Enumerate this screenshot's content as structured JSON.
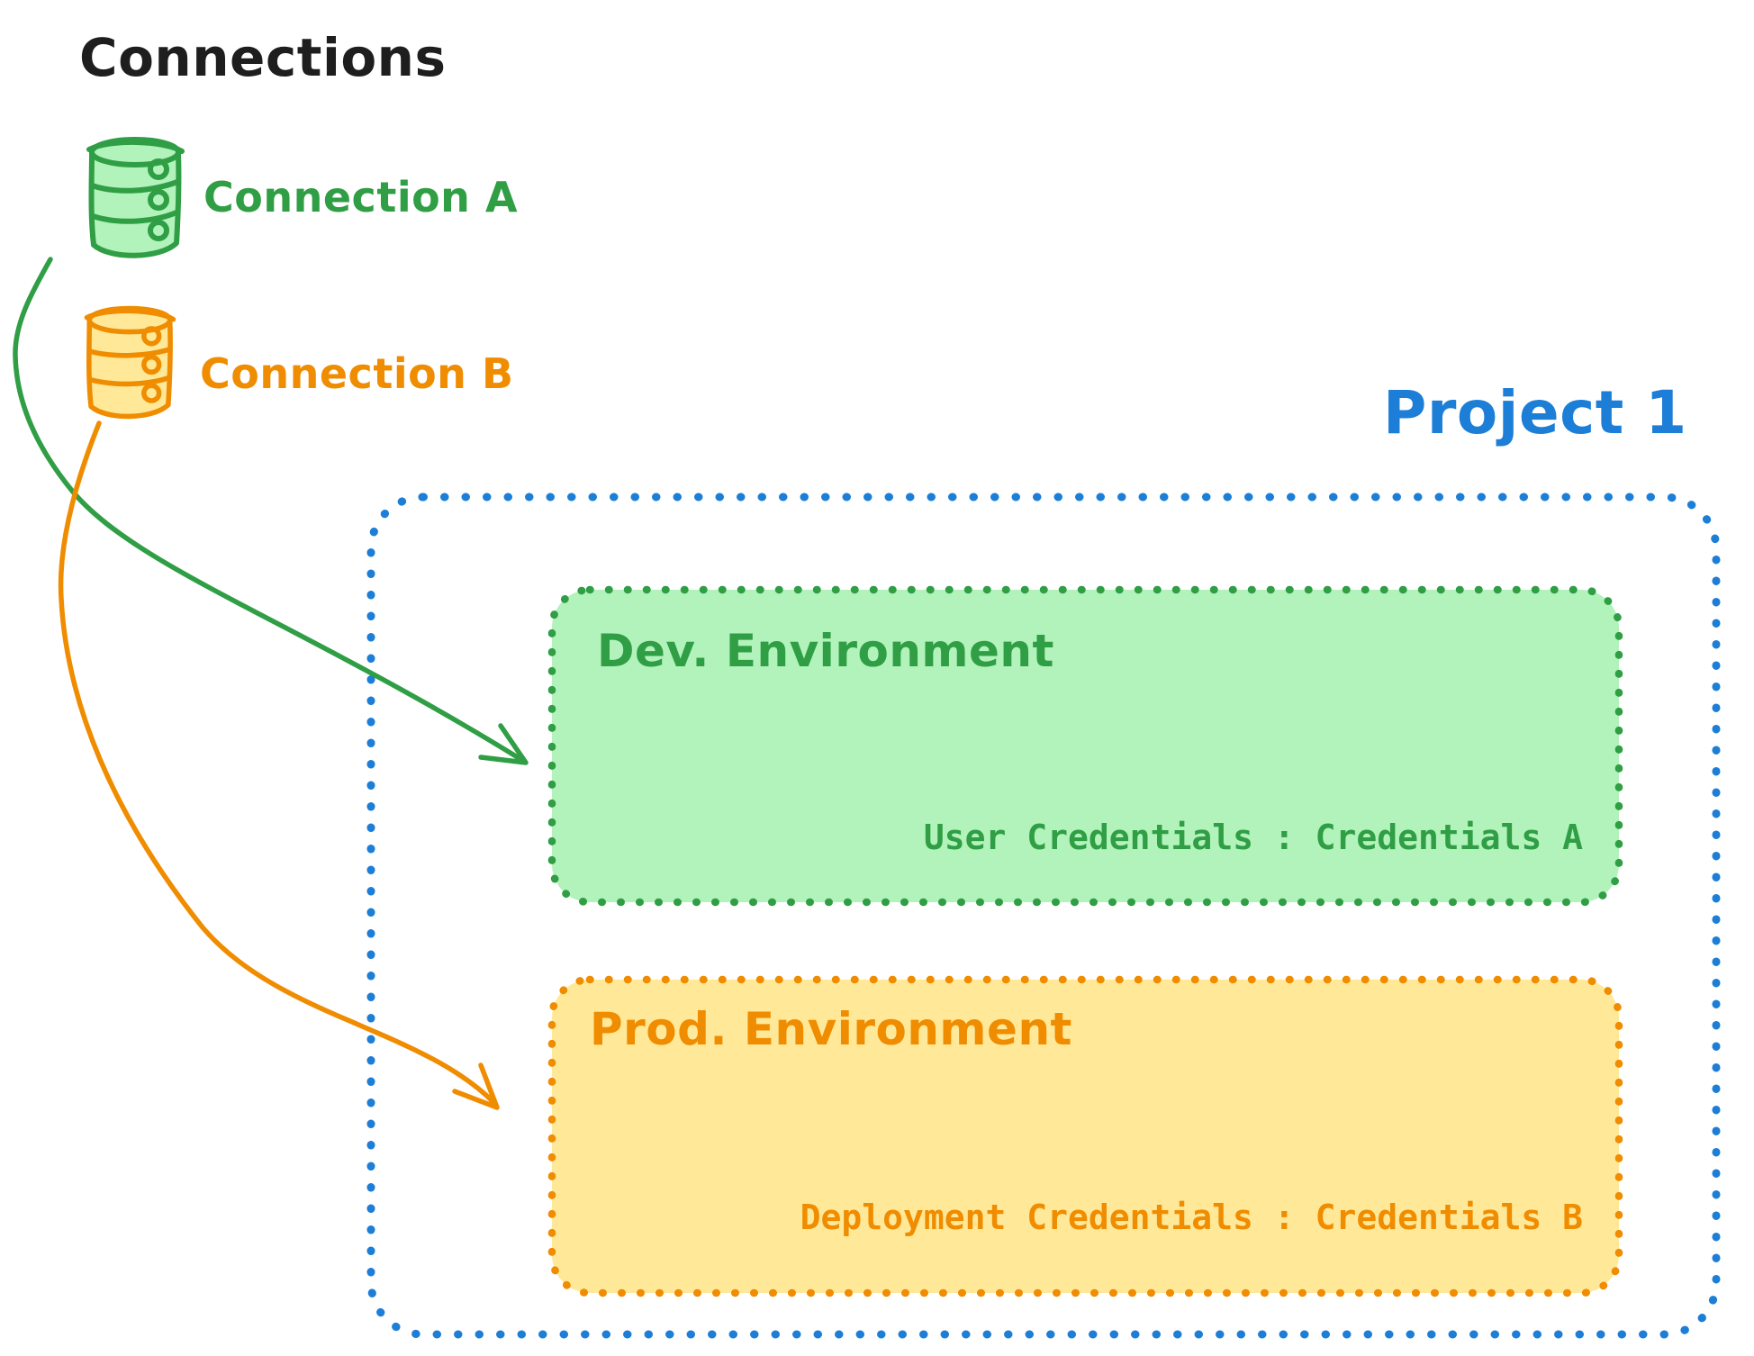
{
  "title": "Connections",
  "connections": {
    "items": [
      {
        "id": "connection-a",
        "label": "Connection A",
        "icon": "database-icon",
        "stroke_color": "#2f9e44",
        "fill_color": "#b2f2bb"
      },
      {
        "id": "connection-b",
        "label": "Connection B",
        "icon": "database-icon",
        "stroke_color": "#f08c00",
        "fill_color": "#ffe999"
      }
    ]
  },
  "project": {
    "label": "Project 1",
    "border_color": "#1c7ed6",
    "border_style": "dotted",
    "environments": [
      {
        "id": "dev-environment",
        "name": "Dev. Environment",
        "credentials": "User Credentials : Credentials A",
        "stroke_color": "#2f9e44",
        "fill_color": "#b2f2bb"
      },
      {
        "id": "prod-environment",
        "name": "Prod. Environment",
        "credentials": "Deployment Credentials : Credentials B",
        "stroke_color": "#f08c00",
        "fill_color": "#ffe999"
      }
    ]
  },
  "arrows": [
    {
      "id": "arrow-a-to-dev",
      "from": "Connection A",
      "to": "Dev. Environment",
      "color": "#2f9e44"
    },
    {
      "id": "arrow-b-to-prod",
      "from": "Connection B",
      "to": "Prod. Environment",
      "color": "#f08c00"
    }
  ],
  "text_color": "#1e1e1e"
}
